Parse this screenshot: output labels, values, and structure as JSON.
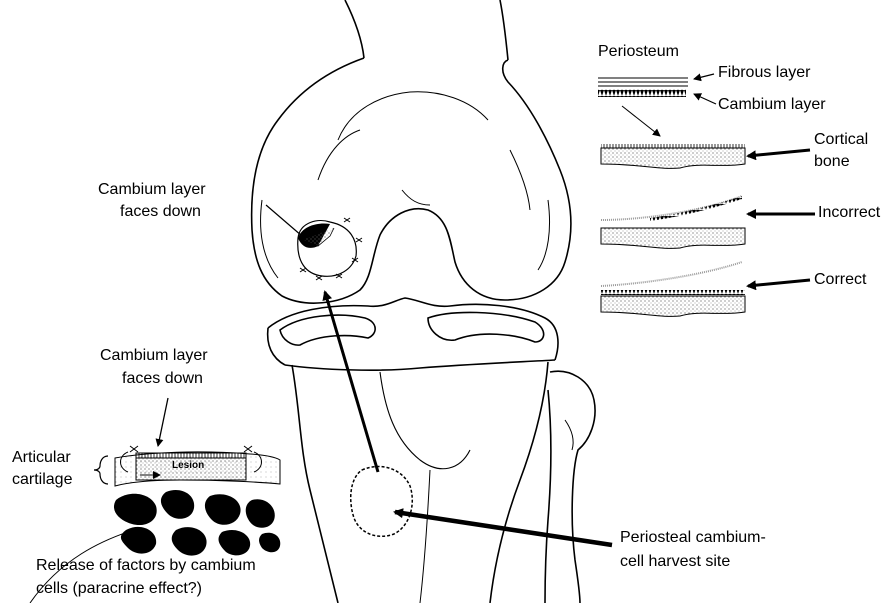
{
  "labels": {
    "periosteum": "Periosteum",
    "fibrous_layer": "Fibrous layer",
    "cambium_layer": "Cambium layer",
    "cortical_bone_line1": "Cortical",
    "cortical_bone_line2": "bone",
    "incorrect": "Incorrect",
    "correct": "Correct",
    "cambium_faces_down_top_line1": "Cambium layer",
    "cambium_faces_down_top_line2": "faces down",
    "cambium_faces_down_bottom_line1": "Cambium layer",
    "cambium_faces_down_bottom_line2": "faces down",
    "articular_cartilage_line1": "Articular",
    "articular_cartilage_line2": "cartilage",
    "lesion": "Lesion",
    "release_factors_line1": "Release of factors by cambium",
    "release_factors_line2": "cells (paracrine effect?)",
    "harvest_site_line1": "Periosteal cambium-",
    "harvest_site_line2": "cell harvest site"
  }
}
